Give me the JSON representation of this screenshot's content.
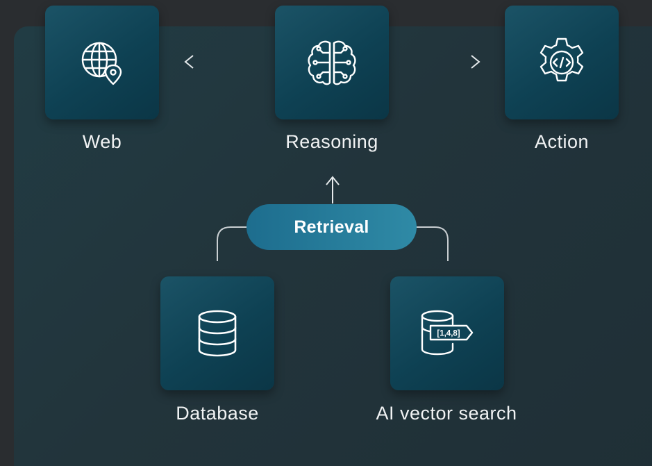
{
  "nodes": {
    "web": {
      "label": "Web",
      "icon": "globe-location-icon"
    },
    "reasoning": {
      "label": "Reasoning",
      "icon": "brain-circuit-icon"
    },
    "action": {
      "label": "Action",
      "icon": "gear-code-icon"
    },
    "retrieval": {
      "label": "Retrieval"
    },
    "database": {
      "label": "Database",
      "icon": "database-icon"
    },
    "vector_search": {
      "label": "AI vector search",
      "icon": "vector-database-icon",
      "icon_text": "[1,4,8]"
    }
  },
  "connections": [
    {
      "from": "reasoning",
      "to": "web"
    },
    {
      "from": "reasoning",
      "to": "action"
    },
    {
      "from": "retrieval",
      "to": "reasoning"
    },
    {
      "from": "database",
      "to": "retrieval"
    },
    {
      "from": "vector_search",
      "to": "retrieval"
    }
  ],
  "colors": {
    "background": "#2a2d30",
    "panel": "#22343b",
    "tile": "#0e4153",
    "pill": "#2f8aa6",
    "line": "#d8dde0"
  }
}
